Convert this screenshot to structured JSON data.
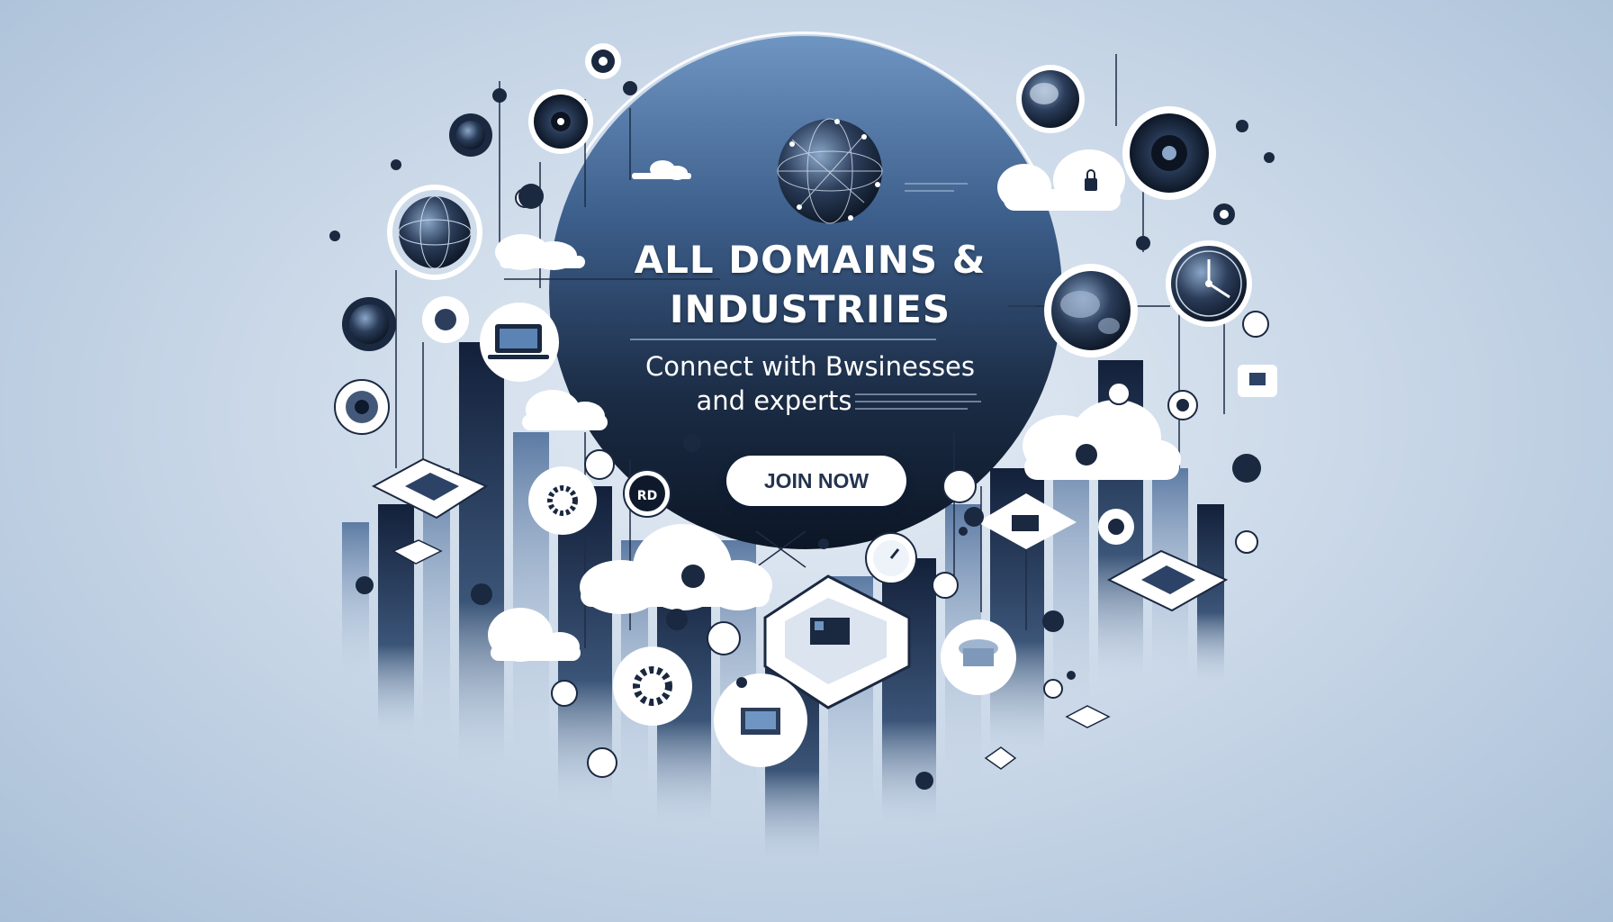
{
  "hero": {
    "title_line1": "ALL  DOMAINS &",
    "title_line2": "INDUSTRIIES",
    "subtitle_line1": "Connect with  Bwsinesses",
    "subtitle_line2": "and experts",
    "cta_label": "JOIN NOW",
    "badge_label": "RD"
  },
  "icons": [
    "globe-icon",
    "cloud-icon",
    "gear-icon",
    "laptop-icon",
    "clock-icon",
    "lock-icon",
    "server-cube-icon",
    "chip-icon",
    "camera-lens-icon",
    "target-icon"
  ],
  "colors": {
    "background": "#c6d5e6",
    "circle_top": "#5b83b3",
    "circle_bottom": "#0e1a2c",
    "button": "#ffffff",
    "button_text": "#24344f"
  }
}
